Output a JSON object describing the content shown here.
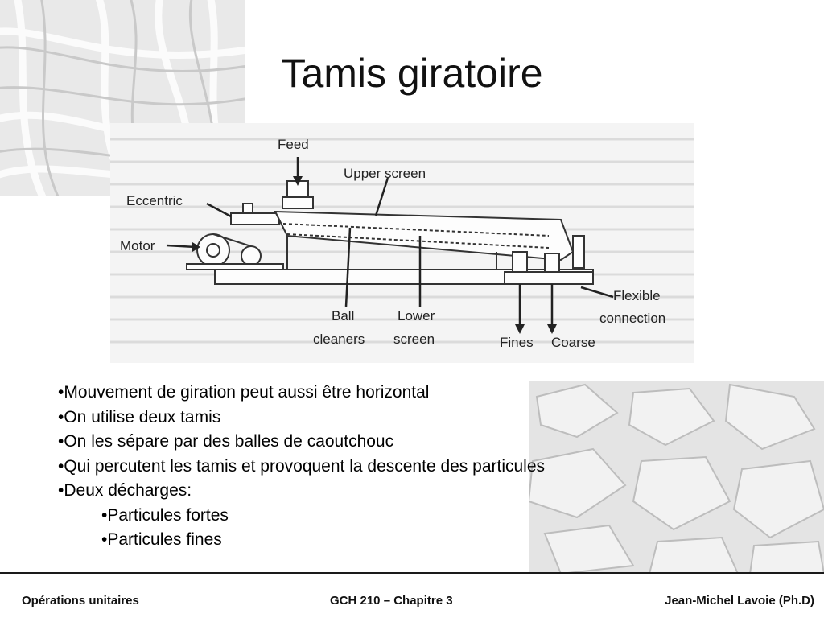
{
  "slide": {
    "title": "Tamis giratoire"
  },
  "diagram": {
    "labels": {
      "feed": "Feed",
      "upper_screen": "Upper screen",
      "eccentric": "Eccentric",
      "motor": "Motor",
      "ball": "Ball",
      "cleaners": "cleaners",
      "lower": "Lower",
      "screen": "screen",
      "flexible": "Flexible",
      "connection": "connection",
      "fines": "Fines",
      "coarse": "Coarse"
    }
  },
  "bullets": [
    "•Mouvement de giration peut aussi être horizontal",
    "•On utilise deux tamis",
    "•On les sépare par des balles de caoutchouc",
    "•Qui percutent les tamis et provoquent la descente des particules",
    "•Deux décharges:"
  ],
  "sub_bullets": [
    "•Particules fortes",
    "•Particules fines"
  ],
  "footer": {
    "left": "Opérations unitaires",
    "center": "GCH 210 – Chapitre 3",
    "right": "Jean-Michel Lavoie (Ph.D)"
  }
}
